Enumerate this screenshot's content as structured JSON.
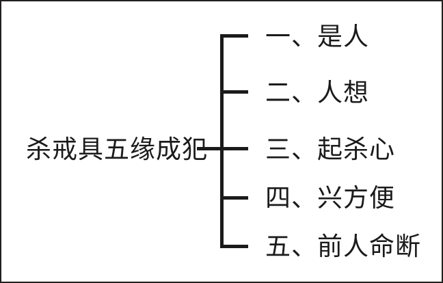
{
  "diagram": {
    "type": "bracket-list",
    "root_label": "杀戒具五缘成犯",
    "branches": [
      {
        "index": "一、",
        "text": "是人",
        "full": "一、是人"
      },
      {
        "index": "二、",
        "text": "人想",
        "full": "二、人想"
      },
      {
        "index": "三、",
        "text": "起杀心",
        "full": "三、起杀心"
      },
      {
        "index": "四、",
        "text": "兴方便",
        "full": "四、兴方便"
      },
      {
        "index": "五、",
        "text": "前人命断",
        "full": "五、前人命断"
      }
    ],
    "colors": {
      "background": "#ffffff",
      "ink": "#1b1b1b",
      "border": "#221f1f"
    }
  }
}
